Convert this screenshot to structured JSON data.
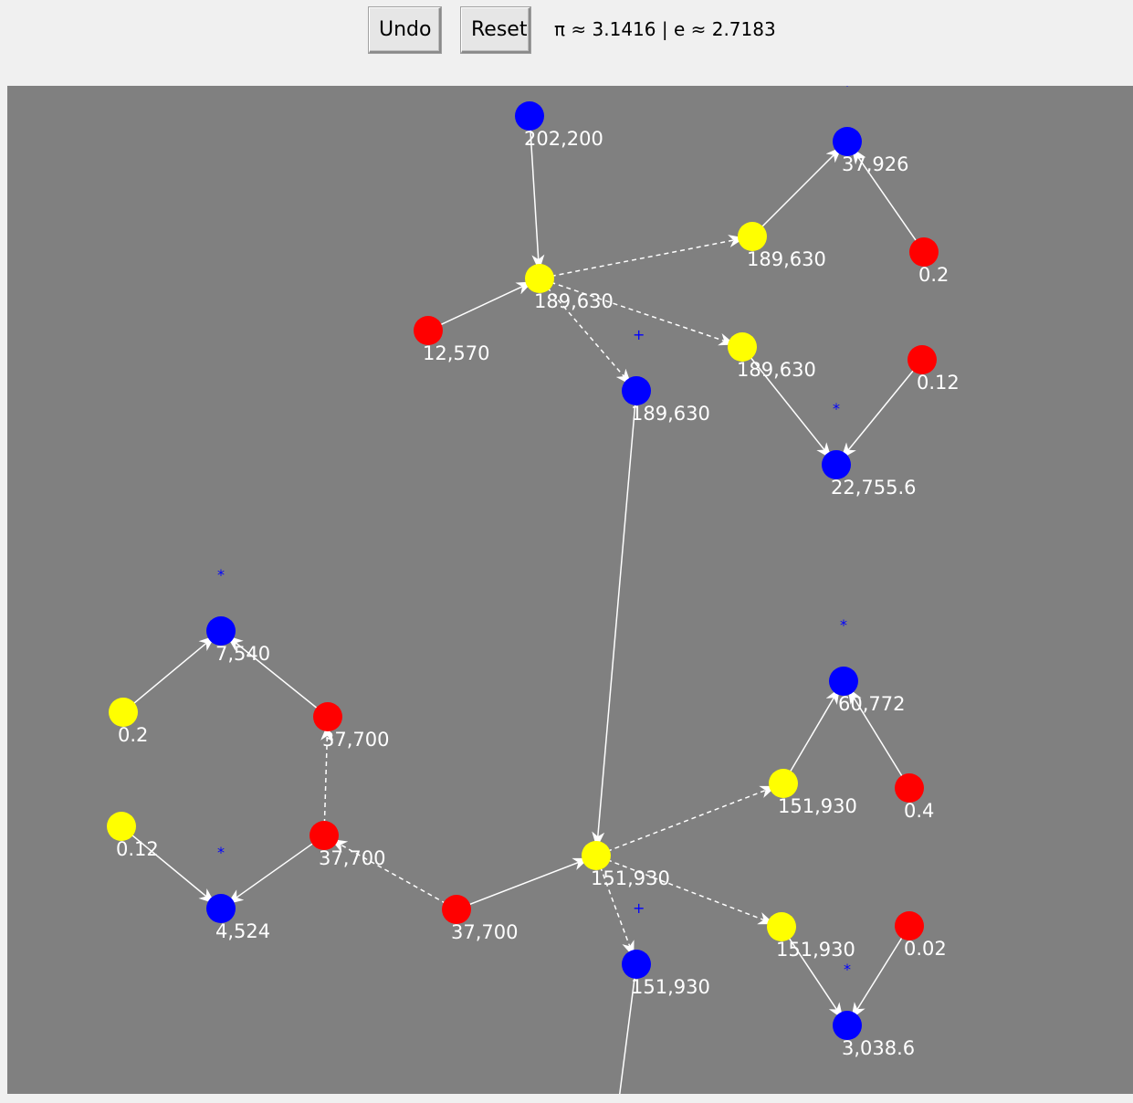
{
  "toolbar": {
    "undo_label": "Undo",
    "reset_label": "Reset",
    "constants_text": "π ≈ 3.1416 | e ≈ 2.7183"
  },
  "colors": {
    "canvas_bg": "#808080",
    "node_blue": "#0000ff",
    "node_yellow": "#ffff00",
    "node_red": "#ff0000",
    "edge": "#ffffff",
    "operator": "#0000ff"
  },
  "graph": {
    "nodes": [
      {
        "id": "b1",
        "color": "blue",
        "label": "202,200",
        "op": ""
      },
      {
        "id": "y1",
        "color": "yellow",
        "label": "189,630",
        "op": ""
      },
      {
        "id": "r1",
        "color": "red",
        "label": "12,570",
        "op": ""
      },
      {
        "id": "y2",
        "color": "yellow",
        "label": "189,630",
        "op": ""
      },
      {
        "id": "b2",
        "color": "blue",
        "label": "37,926",
        "op": "*"
      },
      {
        "id": "r2",
        "color": "red",
        "label": "0.2",
        "op": ""
      },
      {
        "id": "y3",
        "color": "yellow",
        "label": "189,630",
        "op": ""
      },
      {
        "id": "b3",
        "color": "blue",
        "label": "22,755.6",
        "op": "*"
      },
      {
        "id": "r3",
        "color": "red",
        "label": "0.12",
        "op": ""
      },
      {
        "id": "b4",
        "color": "blue",
        "label": "189,630",
        "op": "+"
      },
      {
        "id": "b5",
        "color": "blue",
        "label": "7,540",
        "op": "*"
      },
      {
        "id": "y4",
        "color": "yellow",
        "label": "0.2",
        "op": ""
      },
      {
        "id": "r4",
        "color": "red",
        "label": "37,700",
        "op": ""
      },
      {
        "id": "y5",
        "color": "yellow",
        "label": "0.12",
        "op": ""
      },
      {
        "id": "r5",
        "color": "red",
        "label": "37,700",
        "op": ""
      },
      {
        "id": "b6",
        "color": "blue",
        "label": "4,524",
        "op": "*"
      },
      {
        "id": "r6",
        "color": "red",
        "label": "37,700",
        "op": ""
      },
      {
        "id": "y6",
        "color": "yellow",
        "label": "151,930",
        "op": ""
      },
      {
        "id": "y7",
        "color": "yellow",
        "label": "151,930",
        "op": ""
      },
      {
        "id": "b7",
        "color": "blue",
        "label": "60,772",
        "op": "*"
      },
      {
        "id": "r7",
        "color": "red",
        "label": "0.4",
        "op": ""
      },
      {
        "id": "y8",
        "color": "yellow",
        "label": "151,930",
        "op": ""
      },
      {
        "id": "b8",
        "color": "blue",
        "label": "3,038.6",
        "op": "*"
      },
      {
        "id": "r8",
        "color": "red",
        "label": "0.02",
        "op": ""
      },
      {
        "id": "b9",
        "color": "blue",
        "label": "151,930",
        "op": "+"
      }
    ],
    "edges": [
      {
        "from": "b1",
        "to": "y1",
        "style": "solid"
      },
      {
        "from": "r1",
        "to": "y1",
        "style": "solid"
      },
      {
        "from": "y1",
        "to": "y2",
        "style": "dashed"
      },
      {
        "from": "y1",
        "to": "y3",
        "style": "dashed"
      },
      {
        "from": "y1",
        "to": "b4",
        "style": "dashed"
      },
      {
        "from": "y2",
        "to": "b2",
        "style": "solid"
      },
      {
        "from": "r2",
        "to": "b2",
        "style": "solid"
      },
      {
        "from": "y3",
        "to": "b3",
        "style": "solid"
      },
      {
        "from": "r3",
        "to": "b3",
        "style": "solid"
      },
      {
        "from": "b4",
        "to": "y6",
        "style": "solid"
      },
      {
        "from": "y4",
        "to": "b5",
        "style": "solid"
      },
      {
        "from": "r4",
        "to": "b5",
        "style": "solid"
      },
      {
        "from": "r5",
        "to": "r4",
        "style": "dashed"
      },
      {
        "from": "y5",
        "to": "b6",
        "style": "solid"
      },
      {
        "from": "r5",
        "to": "b6",
        "style": "solid"
      },
      {
        "from": "r6",
        "to": "r5",
        "style": "dashed"
      },
      {
        "from": "r6",
        "to": "y6",
        "style": "solid"
      },
      {
        "from": "y6",
        "to": "y7",
        "style": "dashed"
      },
      {
        "from": "y6",
        "to": "y8",
        "style": "dashed"
      },
      {
        "from": "y6",
        "to": "b9",
        "style": "dashed"
      },
      {
        "from": "y7",
        "to": "b7",
        "style": "solid"
      },
      {
        "from": "r7",
        "to": "b7",
        "style": "solid"
      },
      {
        "from": "y8",
        "to": "b8",
        "style": "solid"
      },
      {
        "from": "r8",
        "to": "b8",
        "style": "solid"
      },
      {
        "from": "b9",
        "to": "offscreen",
        "style": "solid"
      }
    ]
  }
}
